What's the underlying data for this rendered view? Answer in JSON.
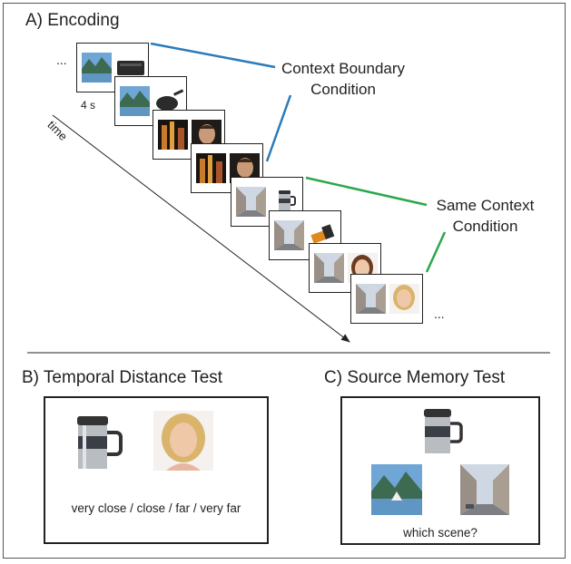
{
  "encoding": {
    "label": "A)  Encoding",
    "ellipsis_start": "...",
    "ellipsis_end": "...",
    "duration": "4 s",
    "time_label": "time",
    "boundary_line1": "Context Boundary",
    "boundary_line2": "Condition",
    "same_line1": "Same Context",
    "same_line2": "Condition",
    "boundary_color": "#2b7bba",
    "same_color": "#2aa84a"
  },
  "cards": [
    {
      "scene": "mountain-lake",
      "object": "dark-camera-case"
    },
    {
      "scene": "mountain-lake",
      "object": "frying-pan"
    },
    {
      "scene": "night-city",
      "object": "male-face"
    },
    {
      "scene": "night-city",
      "object": "male-face"
    },
    {
      "scene": "city-street",
      "object": "travel-mug"
    },
    {
      "scene": "city-street",
      "object": "flashlight"
    },
    {
      "scene": "city-street",
      "object": "female-face"
    },
    {
      "scene": "city-street",
      "object": "blonde-face"
    }
  ],
  "temporal_test": {
    "label": "B)  Temporal Distance Test",
    "answer": "very close / close / far / very far",
    "items": [
      "travel-mug",
      "blonde-face"
    ]
  },
  "source_test": {
    "label": "C)   Source Memory Test",
    "answer": "which scene?",
    "items": [
      "travel-mug",
      "mountain-lake",
      "city-street"
    ]
  }
}
